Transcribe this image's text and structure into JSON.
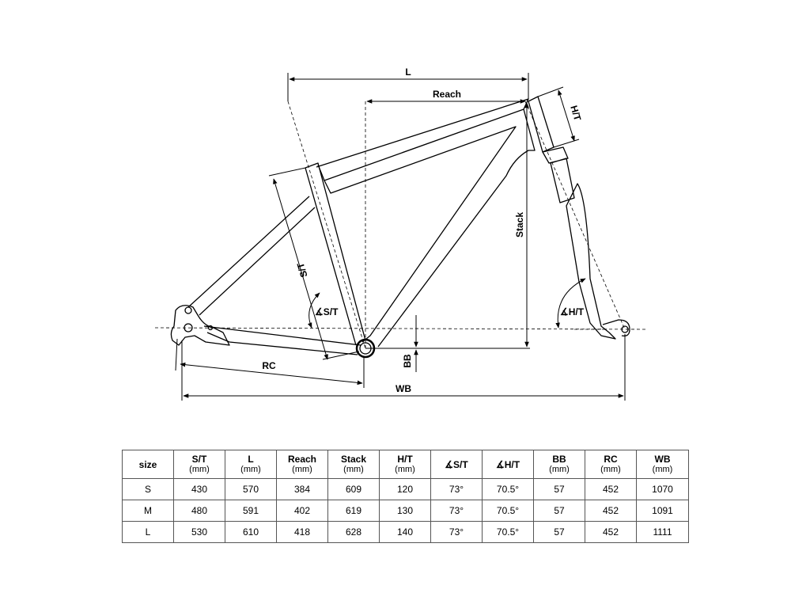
{
  "diagram": {
    "labels": {
      "L": "L",
      "reach": "Reach",
      "ht": "H/T",
      "stack": "Stack",
      "st": "S/T",
      "st_angle": "∡S/T",
      "ht_angle": "∡H/T",
      "bb": "BB",
      "rc": "RC",
      "wb": "WB"
    }
  },
  "table": {
    "headers": [
      {
        "main": "size",
        "unit": ""
      },
      {
        "main": "S/T",
        "unit": "(mm)"
      },
      {
        "main": "L",
        "unit": "(mm)"
      },
      {
        "main": "Reach",
        "unit": "(mm)"
      },
      {
        "main": "Stack",
        "unit": "(mm)"
      },
      {
        "main": "H/T",
        "unit": "(mm)"
      },
      {
        "main": "∡S/T",
        "unit": ""
      },
      {
        "main": "∡H/T",
        "unit": ""
      },
      {
        "main": "BB",
        "unit": "(mm)"
      },
      {
        "main": "RC",
        "unit": "(mm)"
      },
      {
        "main": "WB",
        "unit": "(mm)"
      }
    ],
    "rows": [
      [
        "S",
        "430",
        "570",
        "384",
        "609",
        "120",
        "73°",
        "70.5°",
        "57",
        "452",
        "1070"
      ],
      [
        "M",
        "480",
        "591",
        "402",
        "619",
        "130",
        "73°",
        "70.5°",
        "57",
        "452",
        "1091"
      ],
      [
        "L",
        "530",
        "610",
        "418",
        "628",
        "140",
        "73°",
        "70.5°",
        "57",
        "452",
        "1111"
      ]
    ]
  }
}
